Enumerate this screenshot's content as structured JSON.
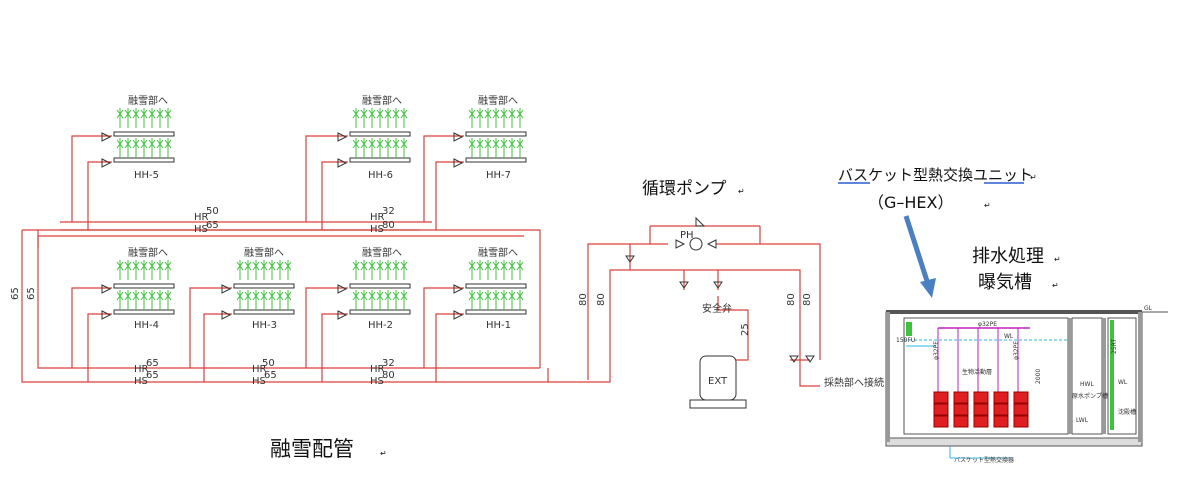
{
  "labels": {
    "snow_to": "融雪部へ",
    "hh1": "HH-1",
    "hh2": "HH-2",
    "hh3": "HH-3",
    "hh4": "HH-4",
    "hh5": "HH-5",
    "hh6": "HH-6",
    "hh7": "HH-7",
    "hr": "HR",
    "hs": "HS",
    "d50": "50",
    "d65": "65",
    "d32": "32",
    "d80": "80",
    "d25": "25",
    "pump_tag": "PH",
    "safety_valve": "安全弁",
    "ext": "EXT",
    "to_heat": "採熱部へ接続",
    "pump_caption": "循環ポンプ",
    "gwater": "GL"
  },
  "captions": {
    "main_title": "融雪配管",
    "basket_line1": "バスケット型熱交換ユニット",
    "basket_line2": "（G–HEX）",
    "drain_line1": "排水処理",
    "drain_line2": "曝気槽"
  },
  "tank": {
    "l1": "150FU",
    "l2": "φ32PE",
    "l3": "φ32PE",
    "l4": "φ32PE",
    "l5": "WL",
    "l6": "生物活動層",
    "l7": "2000",
    "l8": "25RT",
    "l9": "HWL",
    "l10": "LWL",
    "l11": "WL",
    "l12": "原水ポンプ槽",
    "l13": "沈殿槽",
    "l14": "バスケット型熱交換器"
  },
  "colors": {
    "pipe": "#e0403a",
    "header_green": "#3cc43c",
    "arrow_blue": "#4a7fc1",
    "magenta": "#c020c0",
    "underline_blue": "#2a5fd0"
  }
}
